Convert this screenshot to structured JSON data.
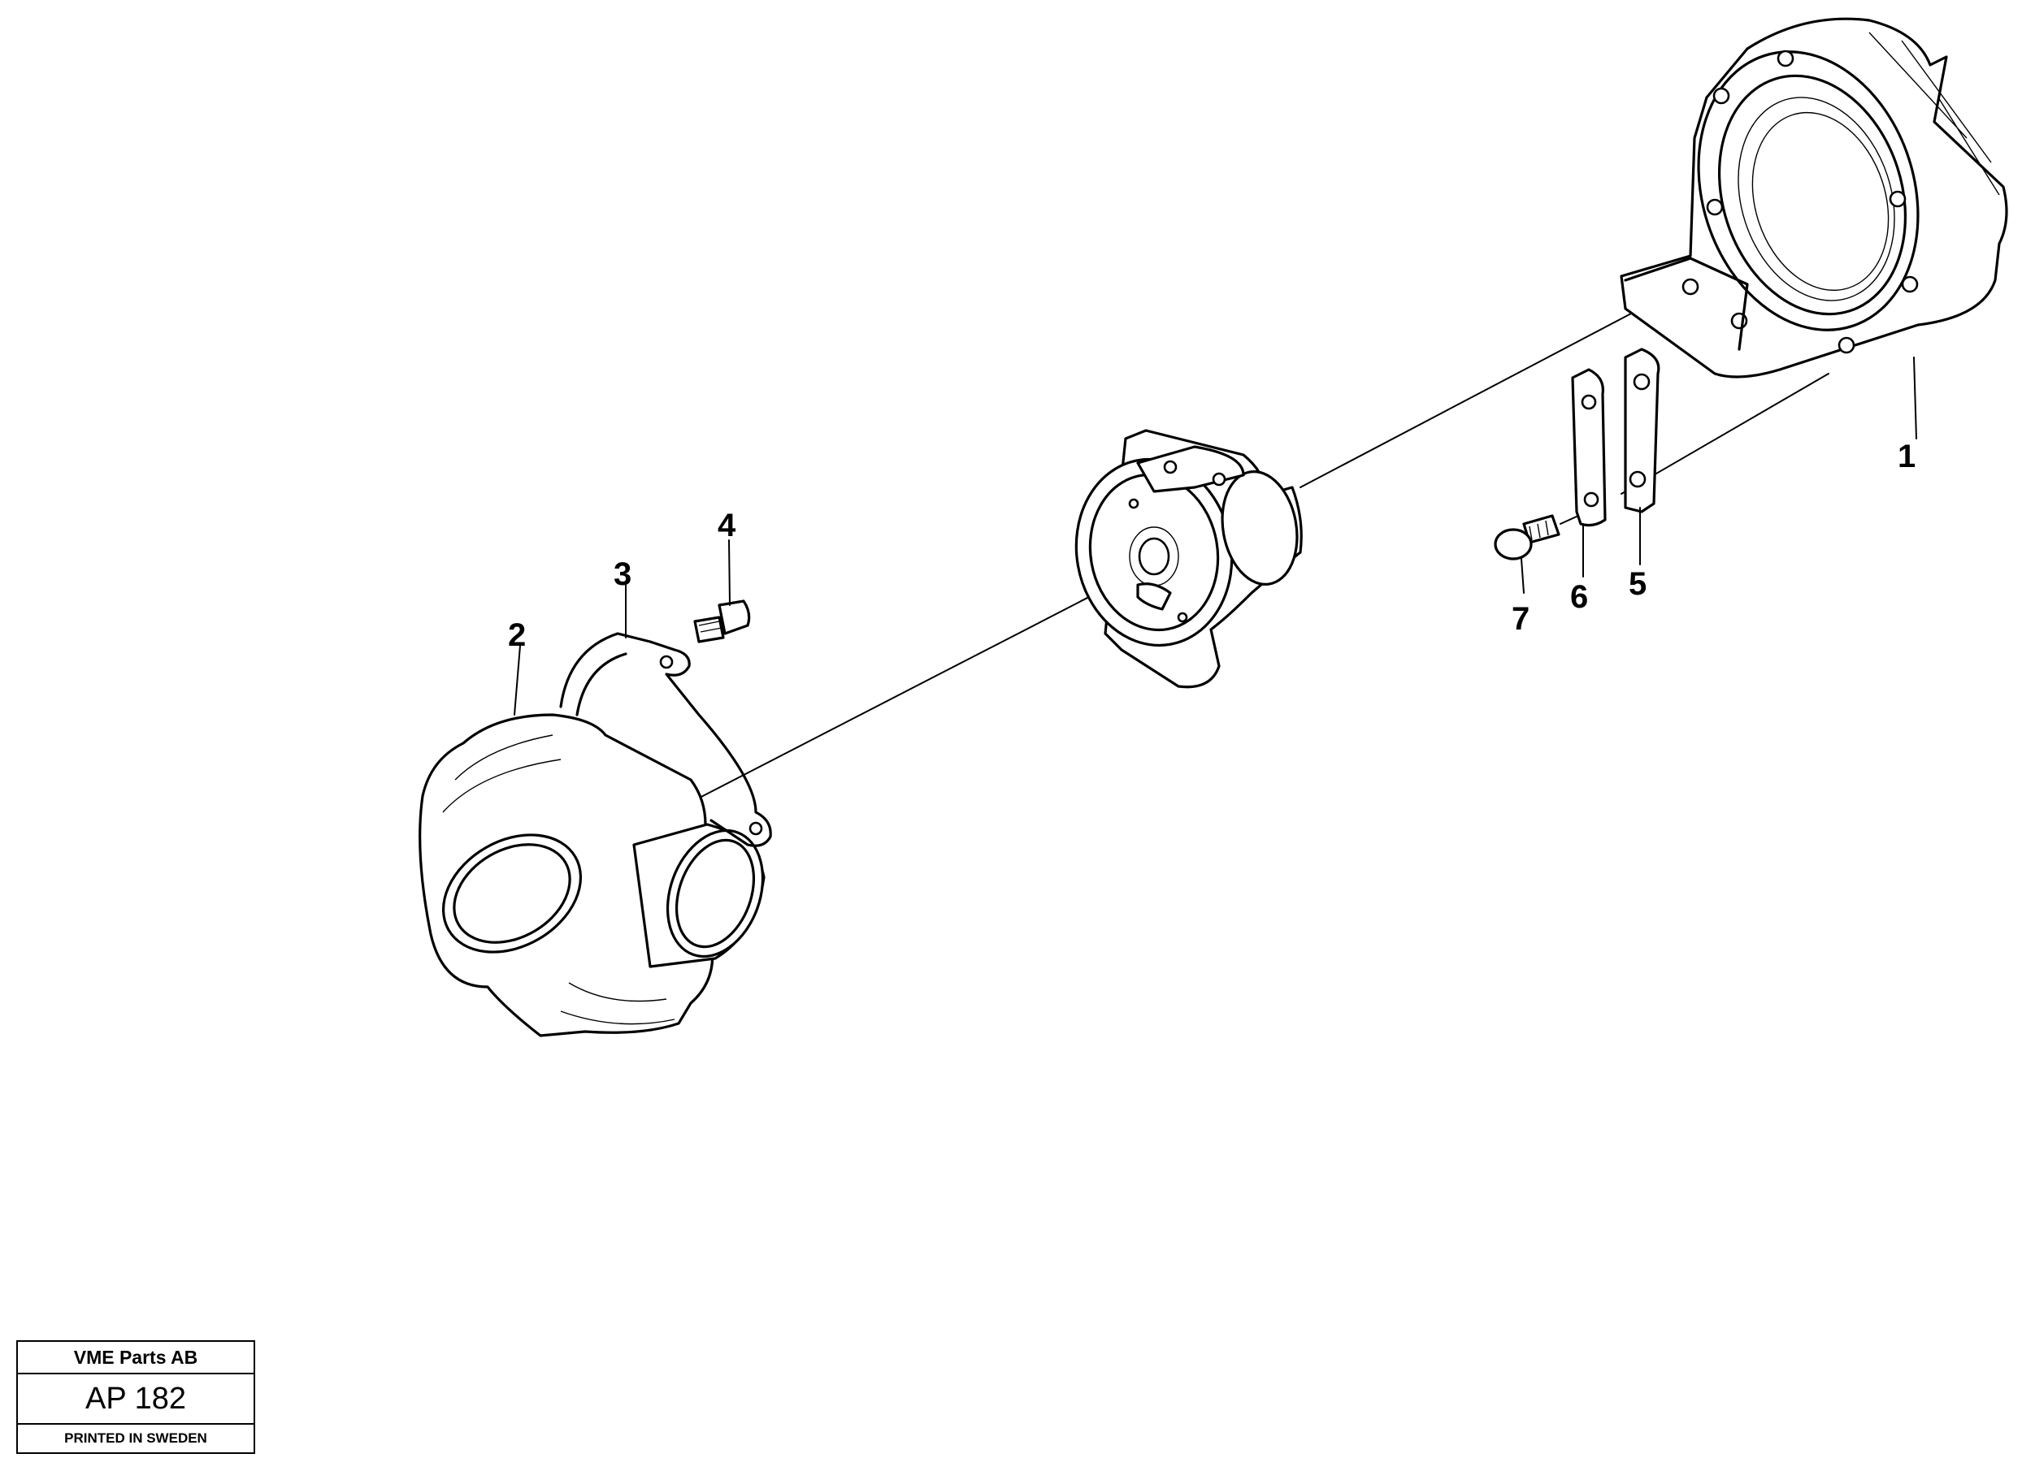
{
  "diagram": {
    "callouts": [
      {
        "id": "1",
        "label": "1"
      },
      {
        "id": "2",
        "label": "2"
      },
      {
        "id": "3",
        "label": "3"
      },
      {
        "id": "4",
        "label": "4"
      },
      {
        "id": "5",
        "label": "5"
      },
      {
        "id": "6",
        "label": "6"
      },
      {
        "id": "7",
        "label": "7"
      }
    ],
    "parts": [
      {
        "callout": "1",
        "icon": "flywheel-housing-icon"
      },
      {
        "callout": "2",
        "icon": "compressor-housing-icon"
      },
      {
        "callout": "3",
        "icon": "gasket-ring-icon"
      },
      {
        "callout": "4",
        "icon": "bolt-icon"
      },
      {
        "callout": "5",
        "icon": "bracket-plate-icon"
      },
      {
        "callout": "6",
        "icon": "shim-plate-icon"
      },
      {
        "callout": "7",
        "icon": "bolt-icon"
      }
    ]
  },
  "title_block": {
    "company": "VME Parts AB",
    "number": "AP 182",
    "printed": "PRINTED IN SWEDEN"
  }
}
